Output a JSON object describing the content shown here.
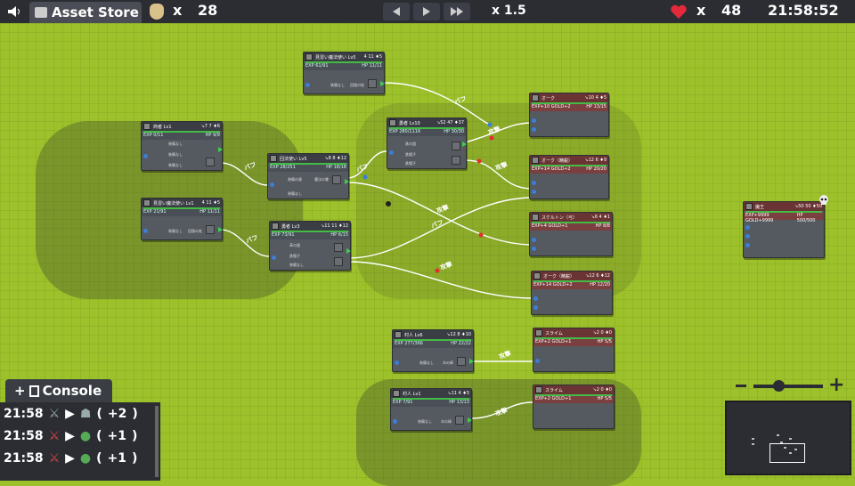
{
  "topbar": {
    "asset_store_label": "Asset Store",
    "gold_count": "28",
    "gold_x": "x",
    "speed_label": "x 1.5",
    "lives_x": "x",
    "lives_count": "48",
    "clock": "21:58:52"
  },
  "console": {
    "title": "Console",
    "rows": [
      {
        "time": "21:58",
        "reward": "+2"
      },
      {
        "time": "21:58",
        "reward": "+1"
      },
      {
        "time": "21:58",
        "reward": "+1"
      }
    ]
  },
  "wire_labels": {
    "buff": "バフ",
    "attack": "攻撃"
  },
  "heroes": [
    {
      "name": "商者 Lv1",
      "stats": "↘7 7 ♦6",
      "exp": "EXP 0/11",
      "hp": "HP 9/9",
      "slot1": "装備なし",
      "slot2": "装備なし",
      "slot3": "装備なし"
    },
    {
      "name": "見習い魔法使い Lv1",
      "stats": "4 11 ♦5",
      "exp": "EXP 21/91",
      "hp": "HP 11/11",
      "slot1": "装備なし",
      "slot2": "回復の杖"
    },
    {
      "name": "見習い魔法使い Lv5",
      "stats": "4 11 ♦5",
      "exp": "EXP 61/91",
      "hp": "HP 11/11",
      "slot1": "装備なし",
      "slot2": "回復の杖"
    },
    {
      "name": "回法使い Lv5",
      "stats": "↘8 8 ♦12",
      "exp": "EXP 28/251",
      "hp": "HP 18/18",
      "slot1": "装備の盾",
      "slot2": "魔法の書",
      "slot3": "装備なし"
    },
    {
      "name": "勇者 Lv10",
      "stats": "↘52 47 ♦37",
      "exp": "EXP 280/1116",
      "hp": "HP 30/30",
      "slot1": "鉄の鎧",
      "slot2": "鉄帽子",
      "slot3": "鉄帽子"
    },
    {
      "name": "勇者 Lv3",
      "stats": "↘11 11 ♦12",
      "exp": "EXP 73/91",
      "hp": "HP 6/15",
      "slot1": "革の鎧",
      "slot2": "鉄帽子",
      "slot3": "装備なし"
    },
    {
      "name": "村人 Lv6",
      "stats": "↘12 8 ♦10",
      "exp": "EXP 277/366",
      "hp": "HP 22/22",
      "slot1": "装備なし",
      "slot2": "木の棒"
    },
    {
      "name": "村人 Lv1",
      "stats": "↘11 4 ♦5",
      "exp": "EXP 7/91",
      "hp": "HP 13/13",
      "slot1": "装備なし",
      "slot2": "木の棒"
    }
  ],
  "enemies": [
    {
      "name": "オーク",
      "stats": "↘10 4 ♦5",
      "reward": "EXP+10 GOLD+2",
      "hp": "HP 13/15"
    },
    {
      "name": "オーク（精鋭）",
      "stats": "↘12 6 ♦9",
      "reward": "EXP+14 GOLD+2",
      "hp": "HP 20/20"
    },
    {
      "name": "スケルトン（弓）",
      "stats": "↘6 4 ♦1",
      "reward": "EXP+4 GOLD+1",
      "hp": "HP 8/8"
    },
    {
      "name": "オーク（精鋭）",
      "stats": "↘12 6 ♦12",
      "reward": "EXP+14 GOLD+2",
      "hp": "HP 12/20"
    },
    {
      "name": "スライム",
      "stats": "↘2 0 ♦0",
      "reward": "EXP+2 GOLD+1",
      "hp": "HP 5/5"
    },
    {
      "name": "スライム",
      "stats": "↘2 0 ♦0",
      "reward": "EXP+2 GOLD+1",
      "hp": "HP 5/5"
    },
    {
      "name": "魔王",
      "stats": "↘50 50 ♦50",
      "reward": "EXP+9999 GOLD+9999",
      "hp": "HP 500/500"
    }
  ]
}
